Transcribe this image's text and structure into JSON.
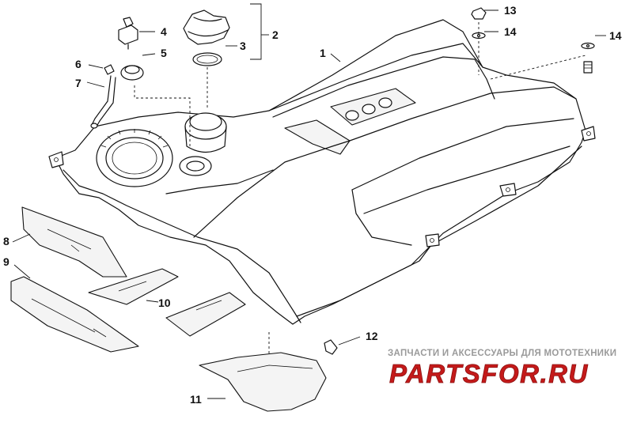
{
  "diagram": {
    "callouts": {
      "c1": "1",
      "c2": "2",
      "c3": "3",
      "c4": "4",
      "c5": "5",
      "c6": "6",
      "c7": "7",
      "c8": "8",
      "c9": "9",
      "c10": "10",
      "c11": "11",
      "c12": "12",
      "c13": "13",
      "c14a": "14",
      "c14b": "14"
    }
  },
  "watermark": {
    "subtitle": "ЗАПЧАСТИ И АКСЕССУАРЫ ДЛЯ МОТОТЕХНИКИ",
    "logo_text": "PARTSFOR.RU",
    "logo_color": "#c41a1a",
    "subtitle_color": "#9a9a9a"
  }
}
